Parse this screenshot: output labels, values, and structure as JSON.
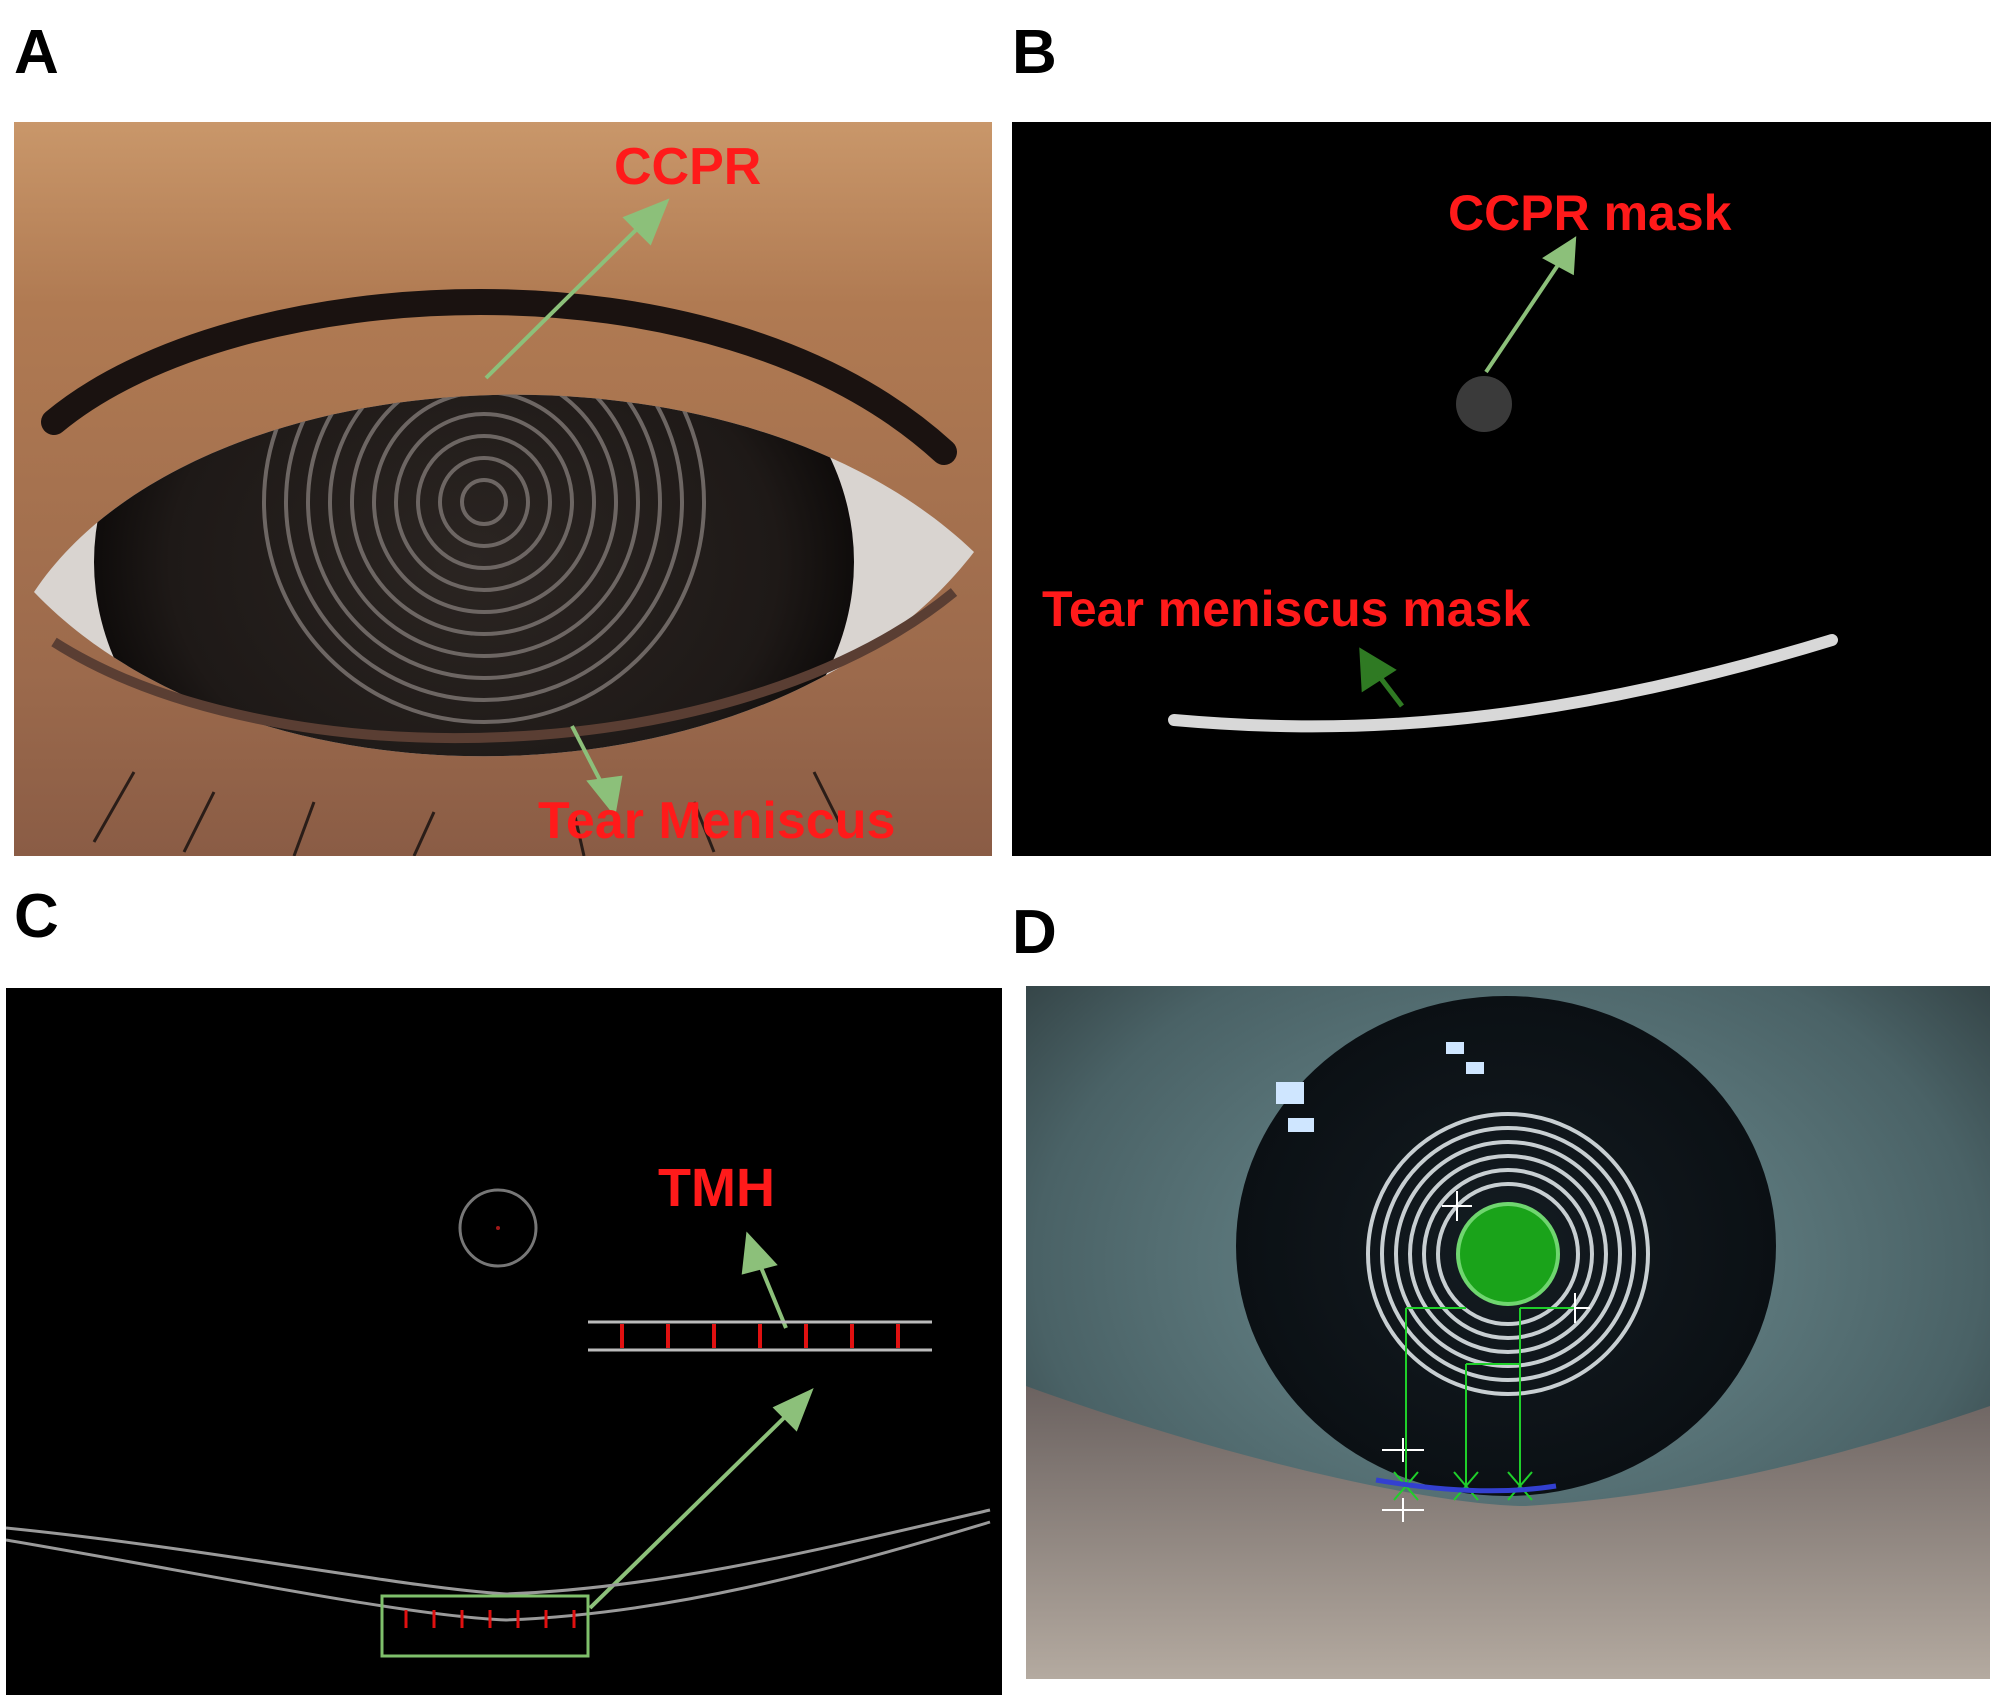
{
  "panels": {
    "a": {
      "letter": "A",
      "ccpr_label": "CCPR",
      "tear_label": "Tear Meniscus"
    },
    "b": {
      "letter": "B",
      "ccpr_mask_label": "CCPR mask",
      "tear_mask_label": "Tear meniscus mask"
    },
    "c": {
      "letter": "C",
      "tmh_label": "TMH"
    },
    "d": {
      "letter": "D"
    }
  },
  "colors": {
    "label_red": "#ff1a1a",
    "arrow_green": "#8cc07a",
    "arrow_dark_green": "#2f7a23",
    "box_green": "#7fc06b",
    "tick_red": "#e01010",
    "mask_gray": "#d8d8d8",
    "disc_green": "#1aa31a"
  }
}
